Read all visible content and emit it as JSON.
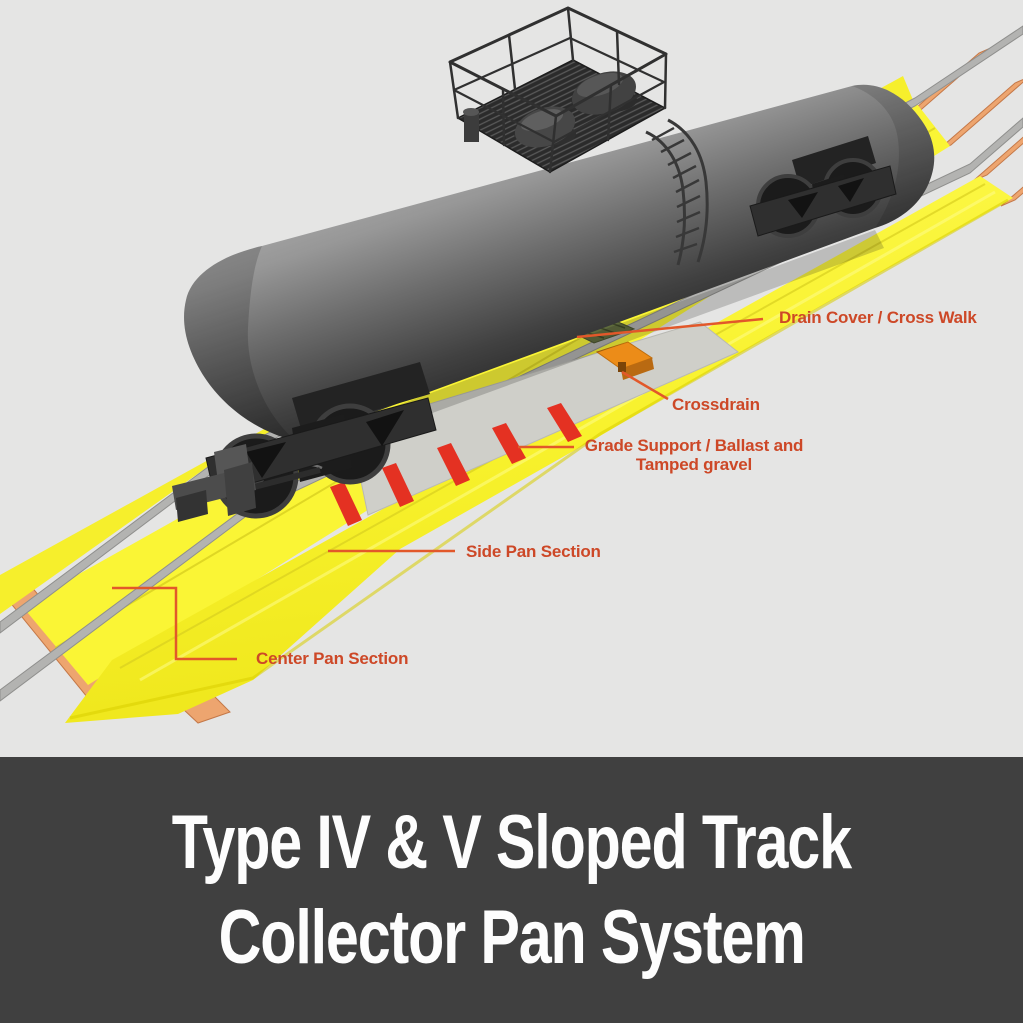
{
  "scene": {
    "description": "3D illustration of a dark gray railroad tank car on track above a yellow sloped collector pan system",
    "colors": {
      "background": "#e5e5e4",
      "pan_yellow": "#f7f12e",
      "rail_gray": "#b3b3b1",
      "tie_orange": "#eda56f",
      "walkway_gray": "#cfcfc9",
      "stripe_red": "#e43122",
      "crossdrain_orange": "#ec8c18",
      "drain_cover_olive": "#5f6b3d",
      "tank_gray": "#565656"
    }
  },
  "callouts": {
    "text_color": "#cd4827",
    "leader_color": "#e2582a",
    "items": [
      {
        "id": "drain-cover",
        "text": "Drain Cover / Cross Walk"
      },
      {
        "id": "crossdrain",
        "text": "Crossdrain"
      },
      {
        "id": "grade-support",
        "text": "Grade Support / Ballast and Tamped gravel"
      },
      {
        "id": "side-pan",
        "text": "Side Pan Section"
      },
      {
        "id": "center-pan",
        "text": "Center Pan Section"
      }
    ]
  },
  "footer": {
    "background": "#404040",
    "title_color": "#ffffff",
    "title_line1": "Type IV & V Sloped Track",
    "title_line2": "Collector Pan System"
  }
}
